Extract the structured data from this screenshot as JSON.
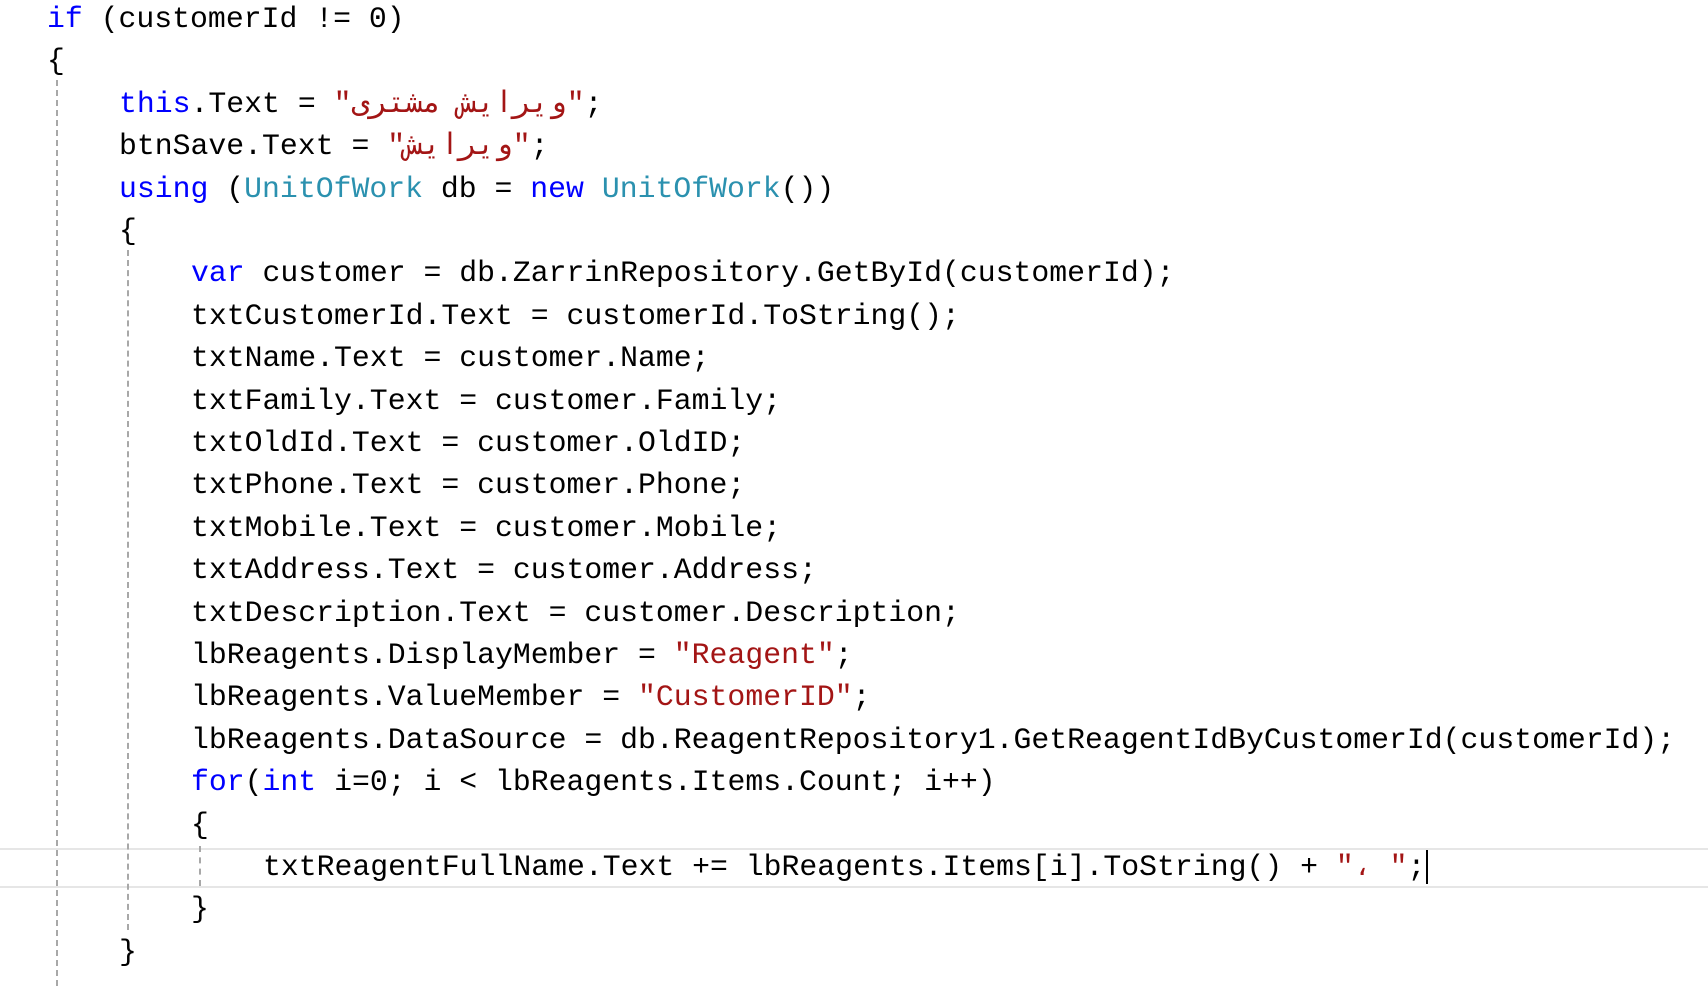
{
  "editor": {
    "colors": {
      "keyword": "#0000ff",
      "type": "#2b91af",
      "string": "#a31515",
      "plain": "#000000"
    },
    "current_line": 20,
    "lines": [
      {
        "indent": 0,
        "tokens": [
          [
            "kw",
            "if"
          ],
          [
            "pl",
            " (customerId != 0)"
          ]
        ]
      },
      {
        "indent": 0,
        "tokens": [
          [
            "pl",
            "{"
          ]
        ]
      },
      {
        "indent": 1,
        "tokens": [
          [
            "kw",
            "this"
          ],
          [
            "pl",
            ".Text = "
          ],
          [
            "st",
            "\"ویرایش مشتری\""
          ],
          [
            "pl",
            ";"
          ]
        ]
      },
      {
        "indent": 1,
        "tokens": [
          [
            "pl",
            "btnSave.Text = "
          ],
          [
            "st",
            "\"ویرایش\""
          ],
          [
            "pl",
            ";"
          ]
        ]
      },
      {
        "indent": 1,
        "tokens": [
          [
            "kw",
            "using"
          ],
          [
            "pl",
            " ("
          ],
          [
            "ty",
            "UnitOfWork"
          ],
          [
            "pl",
            " db = "
          ],
          [
            "kw",
            "new"
          ],
          [
            "pl",
            " "
          ],
          [
            "ty",
            "UnitOfWork"
          ],
          [
            "pl",
            "())"
          ]
        ]
      },
      {
        "indent": 1,
        "tokens": [
          [
            "pl",
            "{"
          ]
        ]
      },
      {
        "indent": 2,
        "tokens": [
          [
            "kw",
            "var"
          ],
          [
            "pl",
            " customer = db.ZarrinRepository.GetById(customerId);"
          ]
        ]
      },
      {
        "indent": 2,
        "tokens": [
          [
            "pl",
            "txtCustomerId.Text = customerId.ToString();"
          ]
        ]
      },
      {
        "indent": 2,
        "tokens": [
          [
            "pl",
            "txtName.Text = customer.Name;"
          ]
        ]
      },
      {
        "indent": 2,
        "tokens": [
          [
            "pl",
            "txtFamily.Text = customer.Family;"
          ]
        ]
      },
      {
        "indent": 2,
        "tokens": [
          [
            "pl",
            "txtOldId.Text = customer.OldID;"
          ]
        ]
      },
      {
        "indent": 2,
        "tokens": [
          [
            "pl",
            "txtPhone.Text = customer.Phone;"
          ]
        ]
      },
      {
        "indent": 2,
        "tokens": [
          [
            "pl",
            "txtMobile.Text = customer.Mobile;"
          ]
        ]
      },
      {
        "indent": 2,
        "tokens": [
          [
            "pl",
            "txtAddress.Text = customer.Address;"
          ]
        ]
      },
      {
        "indent": 2,
        "tokens": [
          [
            "pl",
            "txtDescription.Text = customer.Description;"
          ]
        ]
      },
      {
        "indent": 2,
        "tokens": [
          [
            "pl",
            "lbReagents.DisplayMember = "
          ],
          [
            "st",
            "\"Reagent\""
          ],
          [
            "pl",
            ";"
          ]
        ]
      },
      {
        "indent": 2,
        "tokens": [
          [
            "pl",
            "lbReagents.ValueMember = "
          ],
          [
            "st",
            "\"CustomerID\""
          ],
          [
            "pl",
            ";"
          ]
        ]
      },
      {
        "indent": 2,
        "tokens": [
          [
            "pl",
            "lbReagents.DataSource = db.ReagentRepository1.GetReagentIdByCustomerId(customerId);"
          ]
        ]
      },
      {
        "indent": 2,
        "tokens": [
          [
            "kw",
            "for"
          ],
          [
            "pl",
            "("
          ],
          [
            "kw",
            "int"
          ],
          [
            "pl",
            " i=0; i < lbReagents.Items.Count; i++)"
          ]
        ]
      },
      {
        "indent": 2,
        "tokens": [
          [
            "pl",
            "{"
          ]
        ]
      },
      {
        "indent": 3,
        "tokens": [
          [
            "pl",
            "txtReagentFullName.Text += lbReagents.Items[i].ToString() + "
          ],
          [
            "st",
            "\"، \""
          ],
          [
            "pl",
            ";"
          ]
        ]
      },
      {
        "indent": 2,
        "tokens": [
          [
            "pl",
            "}"
          ]
        ]
      },
      {
        "indent": 1,
        "tokens": [
          [
            "pl",
            "}"
          ]
        ]
      }
    ]
  }
}
